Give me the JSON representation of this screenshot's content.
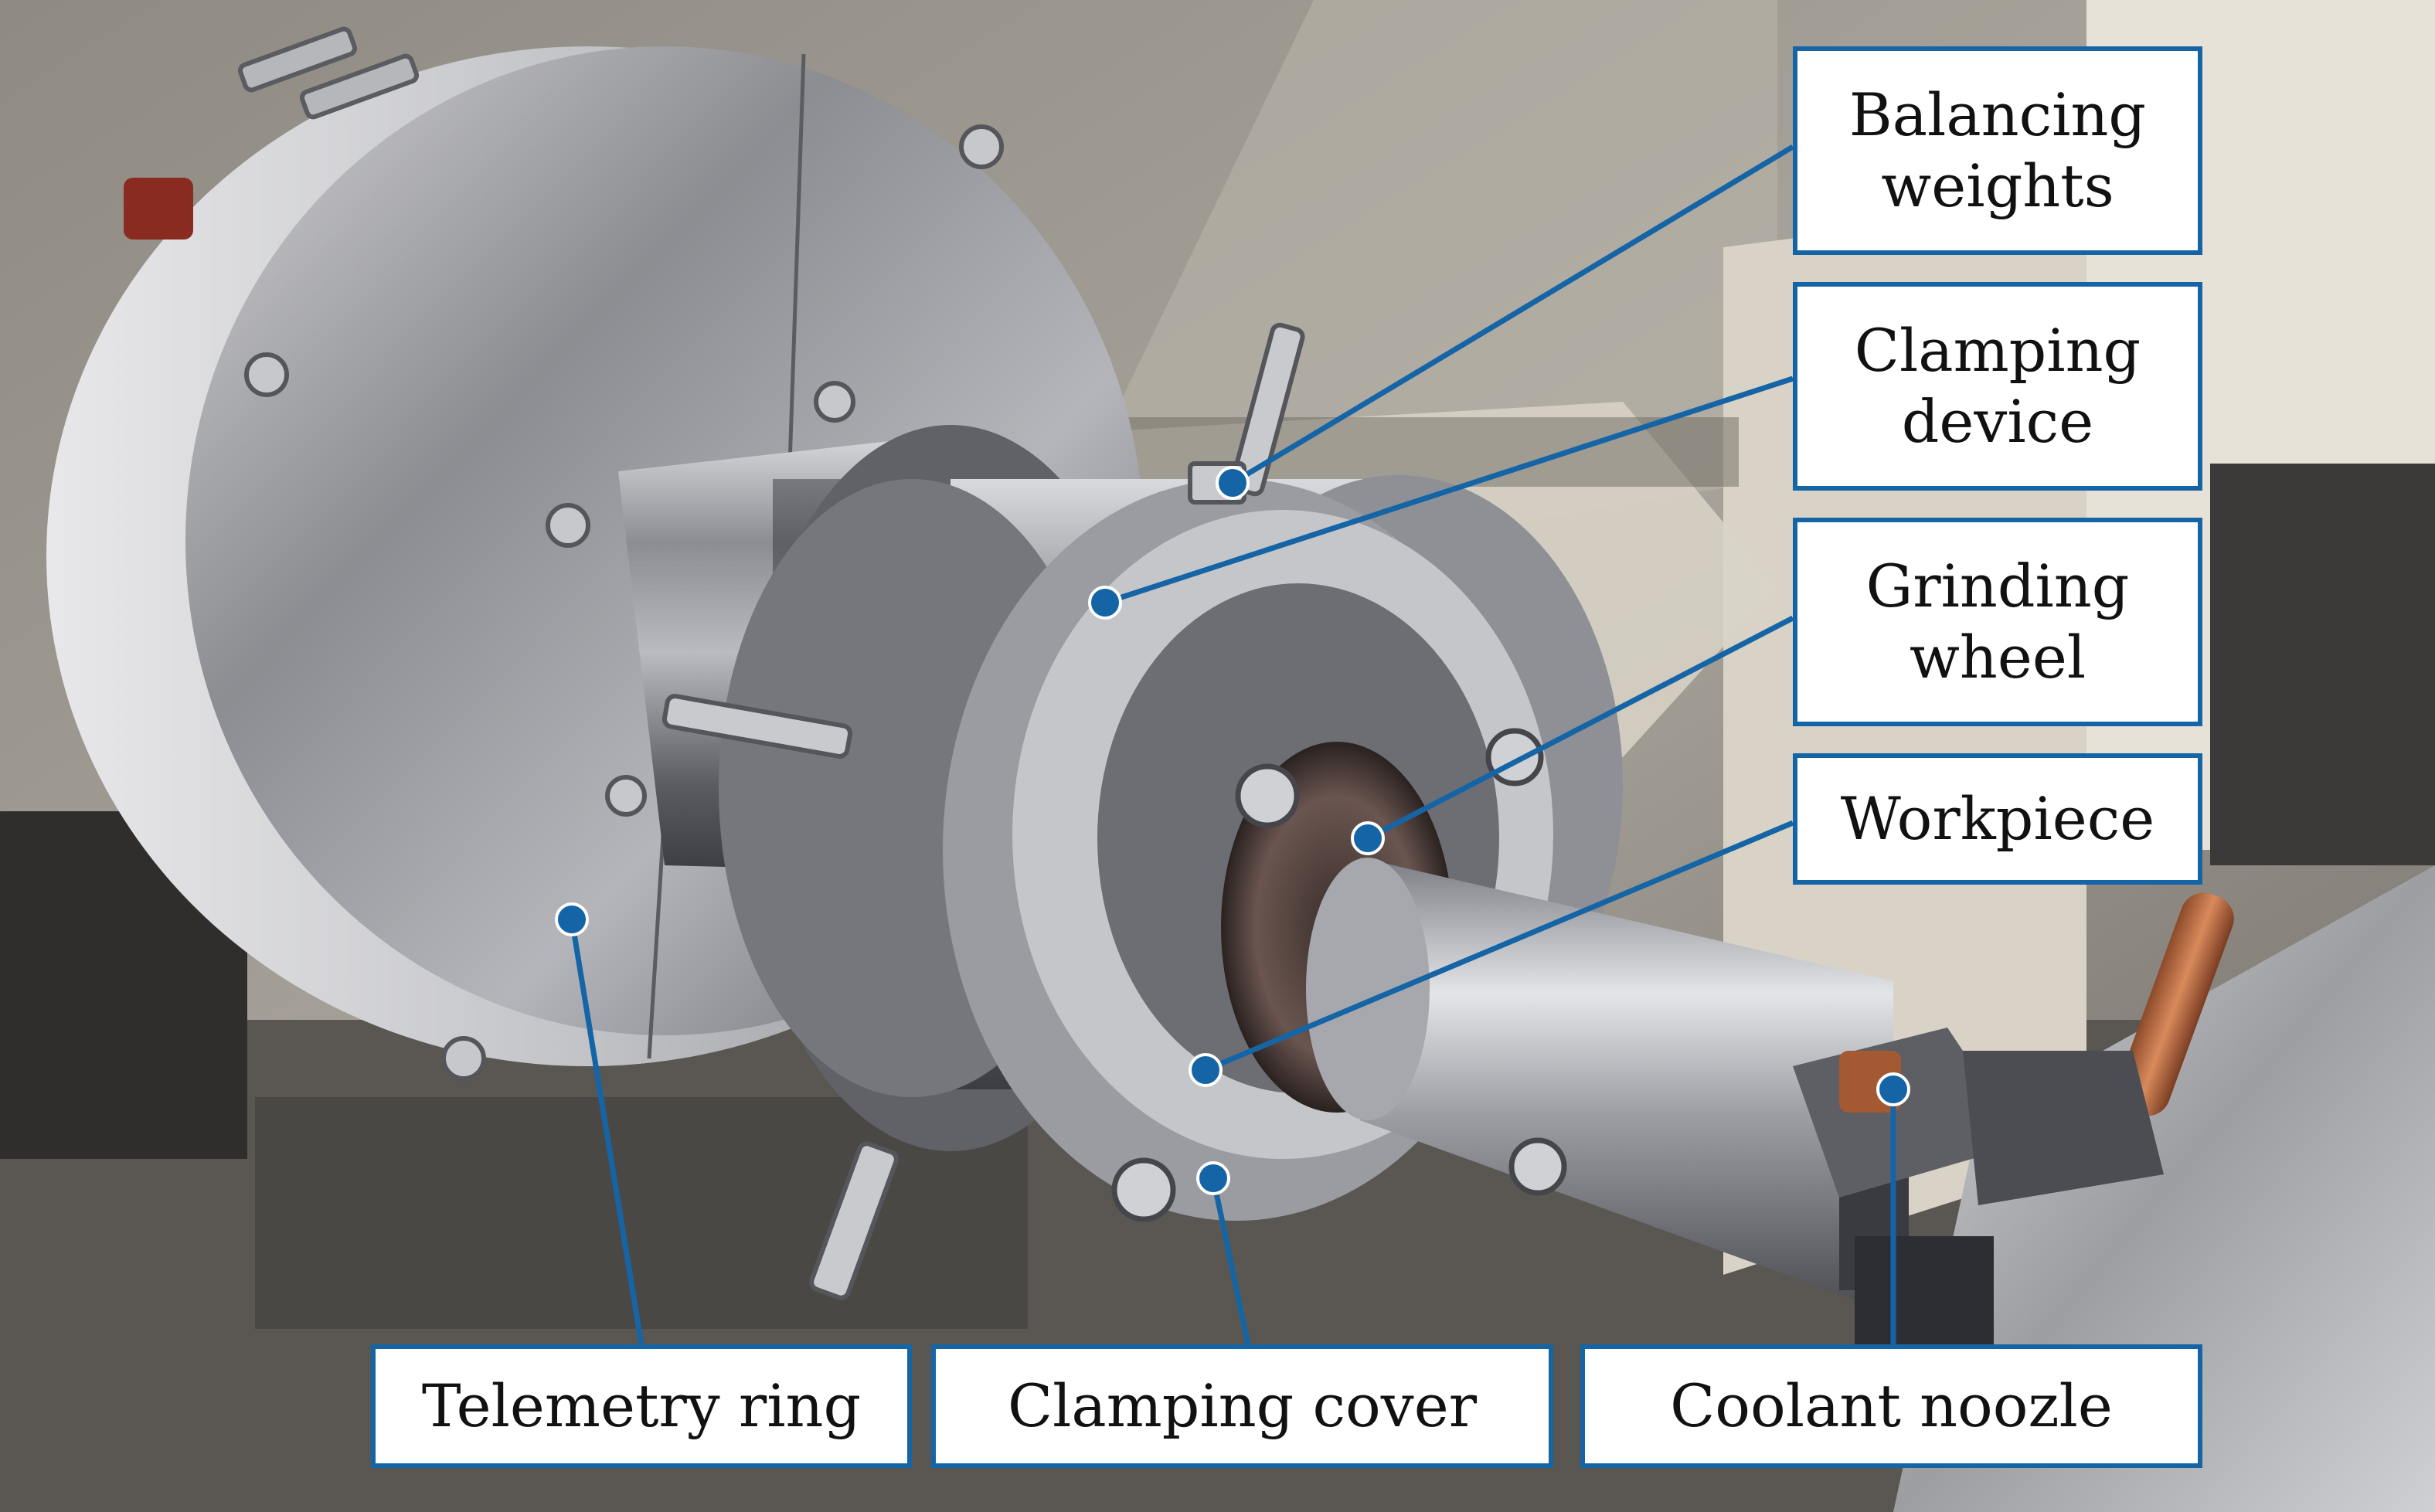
{
  "colors": {
    "label_border": "#1565a6",
    "leader_line": "#1565a6",
    "label_text": "#111111"
  },
  "callouts": [
    {
      "id": "balancing-weights",
      "text": "Balancing\nweights"
    },
    {
      "id": "clamping-device",
      "text": "Clamping\ndevice"
    },
    {
      "id": "grinding-wheel",
      "text": "Grinding\nwheel"
    },
    {
      "id": "workpiece",
      "text": "Workpiece"
    },
    {
      "id": "telemetry-ring",
      "text": "Telemetry ring"
    },
    {
      "id": "clamping-cover",
      "text": "Clamping cover"
    },
    {
      "id": "coolant-noozle",
      "text": "Coolant noozle"
    }
  ]
}
